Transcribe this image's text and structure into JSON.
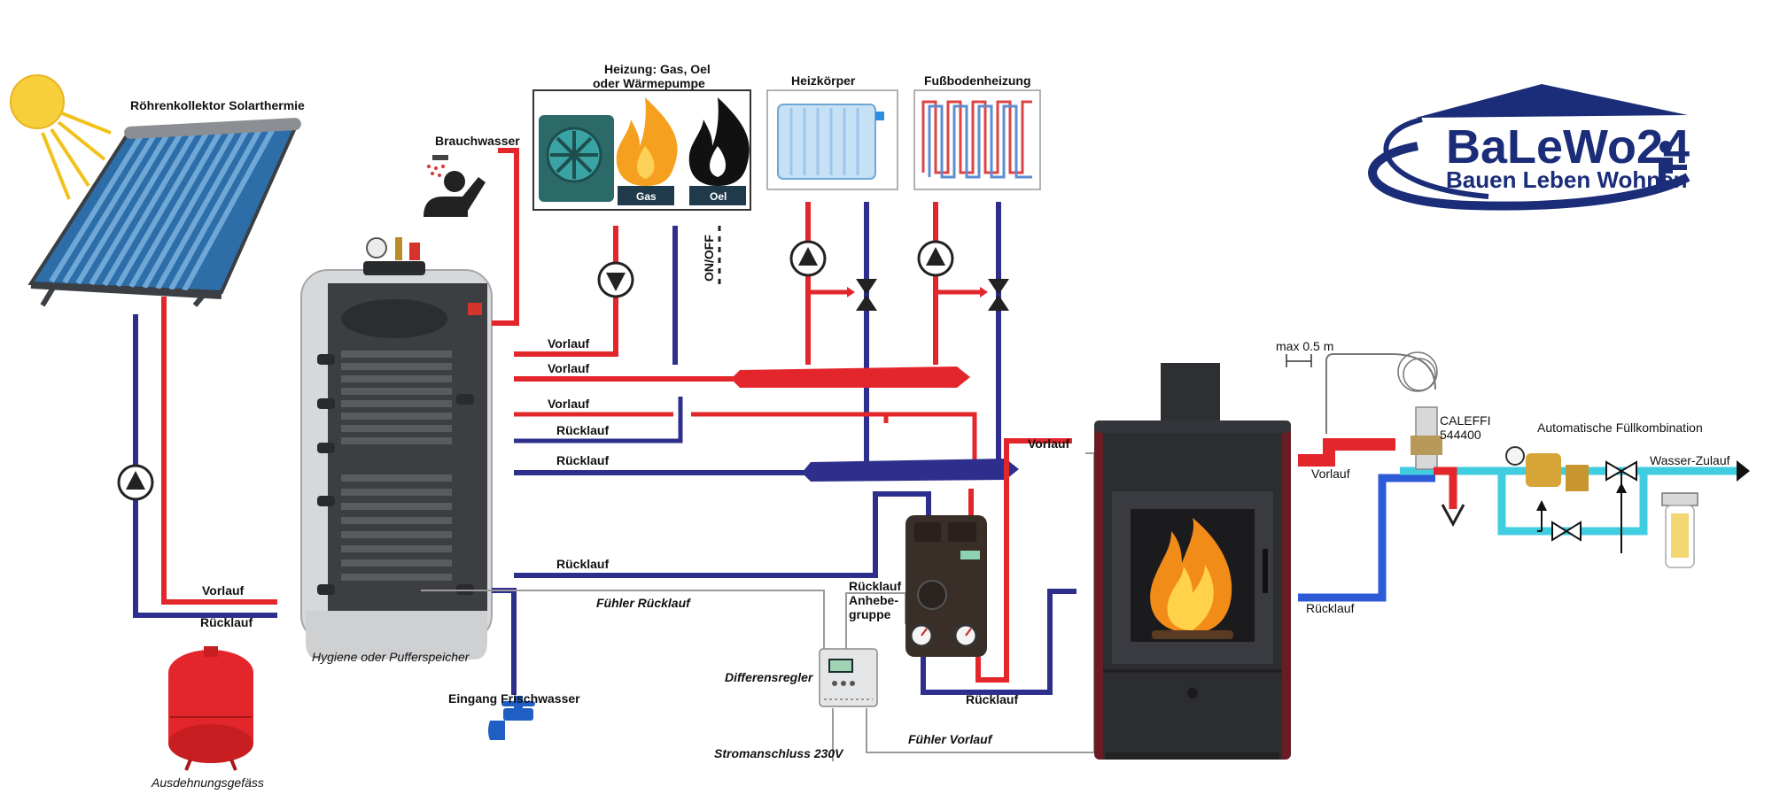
{
  "logo": {
    "brand": "BaLeWo24",
    "tagline": "Bauen Leben Wohnen",
    "color": "#1b2c78"
  },
  "colors": {
    "supply": "#e3262b",
    "return": "#2e2f8c",
    "fresh": "#41cde0",
    "sensor": "#9a9a9a"
  },
  "labels": {
    "solar_collector": "Röhrenkollektor Solarthermie",
    "heating_source_line1": "Heizung: Gas, Oel",
    "heating_source_line2": "oder Wärmepumpe",
    "gas": "Gas",
    "oel": "Oel",
    "radiator": "Heizkörper",
    "floor_heating": "Fußbodenheizung",
    "brauchwasser": "Brauchwasser",
    "on_off": "ON/OFF",
    "vorlauf_1": "Vorlauf",
    "vorlauf_2": "Vorlauf",
    "vorlauf_3": "Vorlauf",
    "ruecklauf_1": "Rücklauf",
    "ruecklauf_2": "Rücklauf",
    "ruecklauf_3": "Rücklauf",
    "solar_vorlauf": "Vorlauf",
    "solar_ruecklauf": "Rücklauf",
    "tank": "Hygiene oder Pufferspeicher",
    "expansion": "Ausdehnungsgefäss",
    "fresh_water_in": "Eingang Frischwasser",
    "sensor_return": "Fühler Rücklauf",
    "sensor_supply": "Fühler Vorlauf",
    "controller": "Differensregler",
    "power": "Stromanschluss 230V",
    "lift_group_1": "Rücklauf",
    "lift_group_2": "Anhebe-",
    "lift_group_3": "gruppe",
    "stove_vorlauf": "Vorlauf",
    "stove_ruecklauf": "Rücklauf",
    "max_dist": "max 0.5 m",
    "caleffi_1": "CALEFFI",
    "caleffi_2": "544400",
    "auto_fill": "Automatische Füllkombination",
    "right_vorlauf": "Vorlauf",
    "right_ruecklauf": "Rücklauf",
    "water_inlet": "Wasser-Zulauf"
  }
}
